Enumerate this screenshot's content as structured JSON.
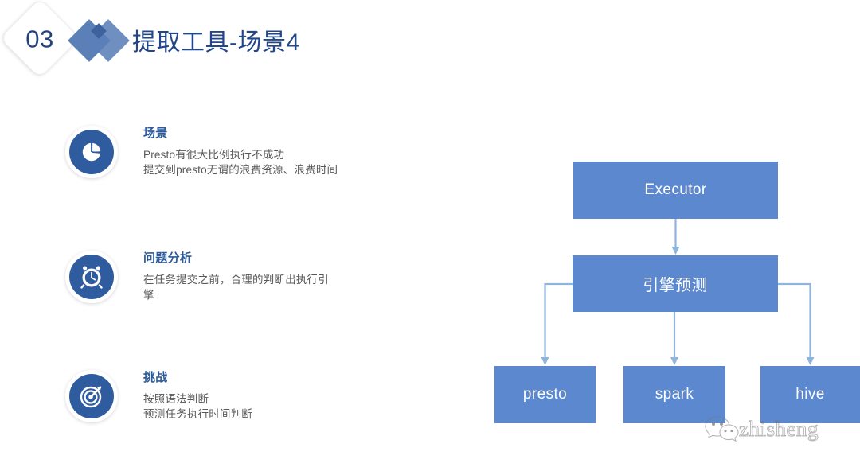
{
  "header": {
    "number": "03",
    "title": "提取工具-场景4",
    "number_badge_icon": "rotated-square-badge",
    "diamond_icon": "double-diamond-icon"
  },
  "features": [
    {
      "icon": "pie-chart-icon",
      "heading": "场景",
      "lines": [
        "Presto有很大比例执行不成功",
        "提交到presto无谓的浪费资源、浪费时间"
      ]
    },
    {
      "icon": "alarm-clock-icon",
      "heading": "问题分析",
      "lines": [
        "在任务提交之前，合理的判断出执行引",
        "擎"
      ]
    },
    {
      "icon": "target-icon",
      "heading": "挑战",
      "lines": [
        "按照语法判断",
        "预测任务执行时间判断"
      ]
    }
  ],
  "flowchart": {
    "nodes": {
      "executor": "Executor",
      "predict": "引擎预测",
      "presto": "presto",
      "spark": "spark",
      "hive": "hive"
    },
    "edges": [
      {
        "from": "executor",
        "to": "predict"
      },
      {
        "from": "predict",
        "to": "presto"
      },
      {
        "from": "predict",
        "to": "spark"
      },
      {
        "from": "predict",
        "to": "hive"
      }
    ]
  },
  "watermark": {
    "icon": "wechat-icon",
    "text": "zhisheng"
  },
  "colors": {
    "title_navy": "#22468a",
    "heading_blue": "#2c5b9b",
    "body_gray": "#585858",
    "box_blue": "#5b88ce",
    "icon_circle_blue": "#2e5c9e",
    "diamond_blue": "#5b80b8",
    "connector_blue": "#8fb4de",
    "background": "#ffffff"
  }
}
